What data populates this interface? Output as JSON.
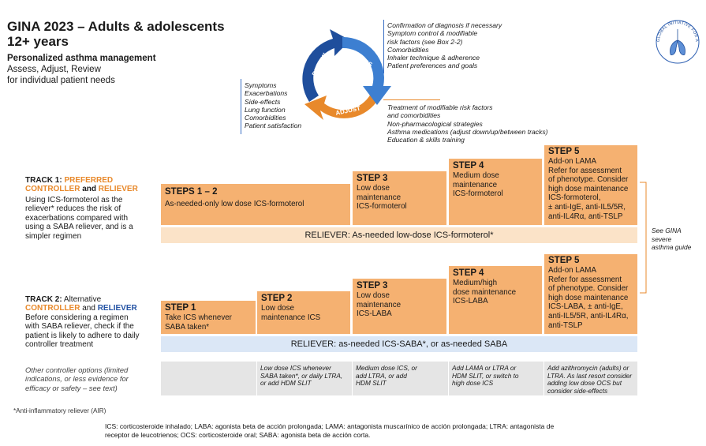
{
  "header": {
    "title_line1": "GINA 2023 – Adults & adolescents",
    "title_line2": "12+ years",
    "subtitle": "Personalized asthma management",
    "tagline_line1": "Assess, Adjust, Review",
    "tagline_line2": "for individual patient needs"
  },
  "cycle": {
    "review_label": "REVIEW",
    "assess_label": "ASSESS",
    "adjust_label": "ADJUST",
    "review_items": [
      "Symptoms",
      "Exacerbations",
      "Side-effects",
      "Lung function",
      "Comorbidities",
      "Patient satisfaction"
    ],
    "assess_items": [
      "Confirmation of diagnosis if necessary",
      "Symptom control & modifiable",
      "risk factors (see Box 2-2)",
      "Comorbidities",
      "Inhaler technique & adherence",
      "Patient preferences and goals"
    ],
    "adjust_items": [
      "Treatment of modifiable risk factors",
      "and comorbidities",
      "Non-pharmacological strategies",
      "Asthma medications (adjust down/up/between tracks)",
      "Education & skills training"
    ],
    "colors": {
      "blue": "#2d5fb2",
      "orange": "#e8892b"
    }
  },
  "logo": {
    "text": "GLOBAL INITIATIVE FOR ASTHMA"
  },
  "track1": {
    "label_prefix": "TRACK 1:",
    "label_word1": "PREFERRED",
    "label_word2": "CONTROLLER",
    "label_and": "and",
    "label_word3": "RELIEVER",
    "desc": [
      "Using ICS-formoterol as the",
      "reliever* reduces the risk of",
      "exacerbations compared with",
      "using a SABA reliever, and is a",
      "simpler regimen"
    ],
    "steps": [
      {
        "head": "STEPS 1 – 2",
        "body": [
          "As-needed-only low dose ICS-formoterol"
        ]
      },
      {
        "head": "STEP 3",
        "body": [
          "Low dose",
          "maintenance",
          "ICS-formoterol"
        ]
      },
      {
        "head": "STEP 4",
        "body": [
          "Medium dose",
          "maintenance",
          "ICS-formoterol"
        ]
      },
      {
        "head": "STEP 5",
        "body": [
          "Add-on LAMA",
          "Refer for assessment",
          "of phenotype. Consider",
          "high dose maintenance",
          "ICS-formoterol,",
          "± anti-IgE, anti-IL5/5R,",
          "anti-IL4Rα, anti-TSLP"
        ]
      }
    ],
    "reliever": "RELIEVER: As-needed low-dose ICS-formoterol*"
  },
  "track2": {
    "label_prefix": "TRACK 2:",
    "label_word1": "Alternative",
    "label_word2": "CONTROLLER",
    "label_and": "and",
    "label_word3": "RELIEVER",
    "desc": [
      "Before considering a regimen",
      "with SABA reliever, check if the",
      "patient is likely to adhere to daily",
      "controller treatment"
    ],
    "steps": [
      {
        "head": "STEP 1",
        "body": [
          "Take ICS whenever",
          "SABA taken*"
        ]
      },
      {
        "head": "STEP 2",
        "body": [
          "Low dose",
          "maintenance ICS"
        ]
      },
      {
        "head": "STEP 3",
        "body": [
          "Low dose",
          "maintenance",
          "ICS-LABA"
        ]
      },
      {
        "head": "STEP 4",
        "body": [
          "Medium/high",
          "dose maintenance",
          "ICS-LABA"
        ]
      },
      {
        "head": "STEP 5",
        "body": [
          "Add-on LAMA",
          "Refer for assessment",
          "of phenotype. Consider",
          "high dose maintenance",
          "ICS-LABA, ± anti-IgE,",
          "anti-IL5/5R, anti-IL4Rα,",
          "anti-TSLP"
        ]
      }
    ],
    "reliever": "RELIEVER: as-needed ICS-SABA*, or as-needed SABA"
  },
  "see_gina": [
    "See GINA",
    "severe",
    "asthma guide"
  ],
  "other_options": {
    "label": [
      "Other controller options (limited",
      "indications, or less evidence for",
      "efficacy or safety – see text)"
    ],
    "cells": [
      [],
      [
        "Low dose ICS whenever",
        "SABA taken*, or daily LTRA,",
        "or add HDM SLIT"
      ],
      [
        "Medium dose ICS, or",
        "add LTRA, or add",
        "HDM SLIT"
      ],
      [
        "Add LAMA or LTRA or",
        "HDM SLIT, or switch to",
        "high dose ICS"
      ],
      [
        "Add azithromycin (adults) or",
        "LTRA. As last resort consider",
        "adding low dose OCS but",
        "consider side-effects"
      ]
    ]
  },
  "footnote": "*Anti-inflammatory reliever (AIR)",
  "glossary": [
    "ICS: corticosteroide inhalado; LABA: agonista beta de acción prolongada; LAMA: antagonista muscarínico de acción prolongada; LTRA: antagonista de",
    "receptor de leucotrienos; OCS: corticosteroide oral; SABA: agonista beta de acción corta."
  ]
}
